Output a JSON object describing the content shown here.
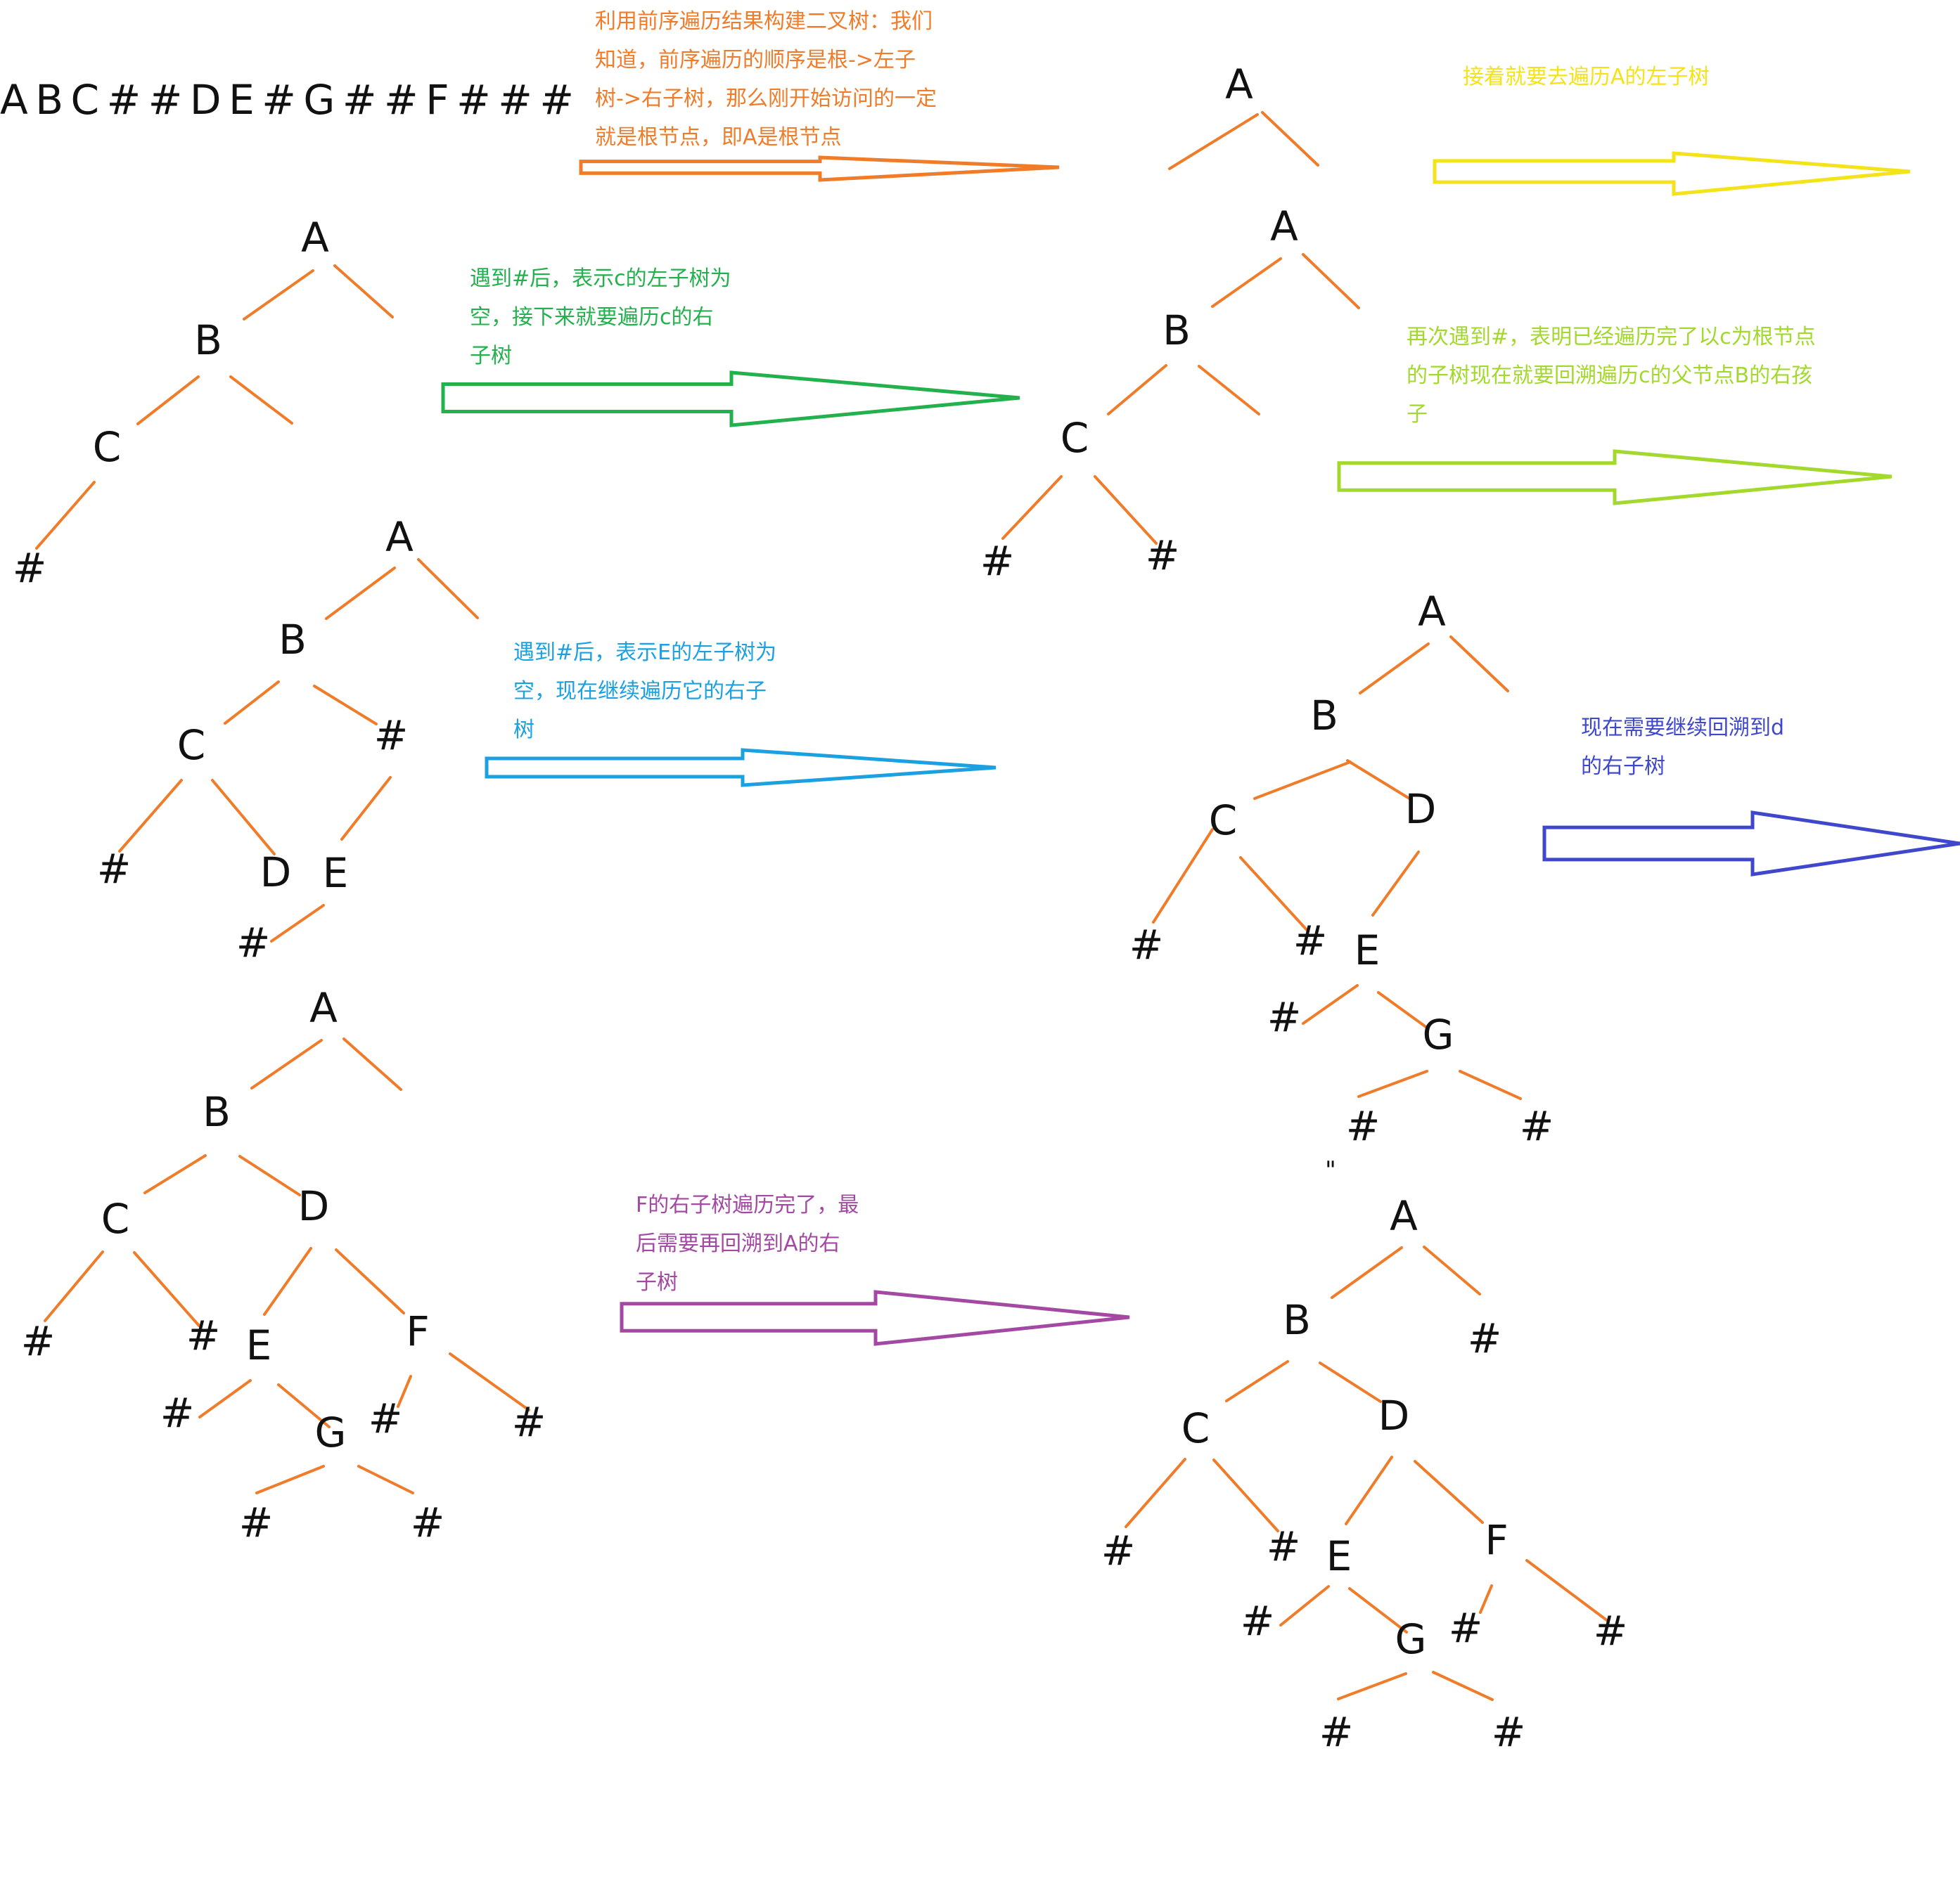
{
  "sequence": "A B C # # D E # G # # F # # #",
  "annotations": [
    {
      "lines": [
        "利用前序遍历结果构建二叉树：我们",
        "知道，前序遍历的顺序是根->左子",
        "树->右子树，那么刚开始访问的一定",
        "就是根节点，即A是根节点"
      ],
      "color": "#f07c2a"
    },
    {
      "lines": [
        "接着就要去遍历A的左子树"
      ],
      "color": "#f5e31a"
    },
    {
      "lines": [
        "遇到#后，表示c的左子树为",
        "空，接下来就要遍历c的右",
        "子树"
      ],
      "color": "#22b14c"
    },
    {
      "lines": [
        "再次遇到#，表明已经遍历完了以c为根节点",
        "的子树现在就要回溯遍历c的父节点B的右孩",
        "子"
      ],
      "color": "#a3d82c"
    },
    {
      "lines": [
        "遇到#后，表示E的左子树为",
        "空，现在继续遍历它的右子",
        "树"
      ],
      "color": "#1ba1e2"
    },
    {
      "lines": [
        "现在需要继续回溯到d",
        "的右子树"
      ],
      "color": "#3f48cc"
    },
    {
      "lines": [
        "F的右子树遍历完了，最",
        "后需要再回溯到A的右",
        "子树"
      ],
      "color": "#a349a4"
    }
  ],
  "arrows": [
    {
      "color": "#f07c2a"
    },
    {
      "color": "#f5e31a"
    },
    {
      "color": "#22b14c"
    },
    {
      "color": "#a3d82c"
    },
    {
      "color": "#1ba1e2"
    },
    {
      "color": "#3f48cc"
    },
    {
      "color": "#a349a4"
    }
  ],
  "edge_color": "#f07c2a",
  "trees": [
    {
      "nodes": [
        "A"
      ]
    },
    {
      "nodes": [
        "A",
        "B",
        "C",
        "#"
      ]
    },
    {
      "nodes": [
        "A",
        "B",
        "C",
        "#",
        "#"
      ]
    },
    {
      "nodes": [
        "A",
        "B",
        "C",
        "#",
        "#",
        "D",
        "E",
        "#"
      ]
    },
    {
      "nodes": [
        "A",
        "B",
        "C",
        "#",
        "#",
        "D",
        "E",
        "#",
        "G",
        "#",
        "#"
      ]
    },
    {
      "nodes": [
        "A",
        "B",
        "C",
        "#",
        "#",
        "D",
        "E",
        "#",
        "G",
        "#",
        "#",
        "F",
        "#",
        "#"
      ]
    },
    {
      "nodes": [
        "A",
        "B",
        "#",
        "C",
        "#",
        "#",
        "D",
        "E",
        "#",
        "G",
        "#",
        "#",
        "F",
        "#",
        "#"
      ]
    }
  ],
  "stray_marks": [
    "\""
  ]
}
